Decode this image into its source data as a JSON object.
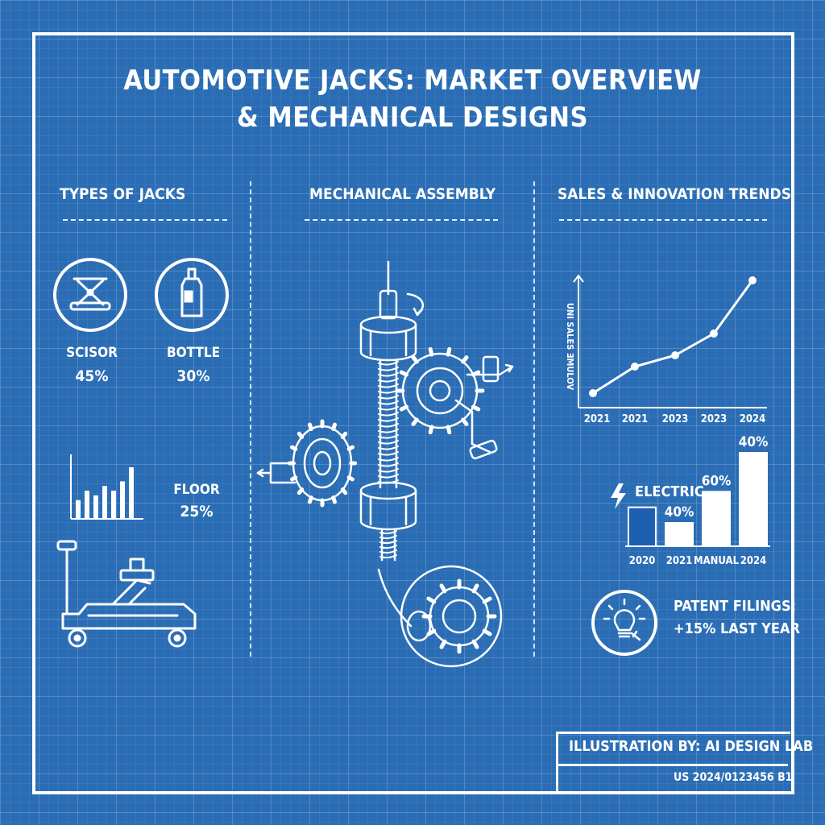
{
  "title": {
    "line1": "AUTOMOTIVE JACKS: MARKET OVERVIEW",
    "line2": "& MECHANICAL DESIGNS"
  },
  "sections": {
    "types": "TYPES OF JACKS",
    "assembly": "MECHANICAL ASSEMBLY",
    "trends": "SALES & INNOVATION TRENDS"
  },
  "jack_types": {
    "scissor": {
      "label": "SCISOR",
      "share": "45%",
      "icon": "scissor-jack-icon"
    },
    "bottle": {
      "label": "BOTTLE",
      "share": "30%",
      "icon": "bottle-jack-icon"
    },
    "floor": {
      "label": "FLOOR",
      "share": "25%",
      "icon": "floor-jack-icon"
    }
  },
  "colors": {
    "background": "#2a6db5",
    "line": "#ffffff",
    "accent_bar": "#1f5fb0"
  },
  "chart_data": [
    {
      "type": "bar",
      "title": "",
      "values": [
        2,
        3,
        2.5,
        3.5,
        3,
        4,
        5.5
      ],
      "xlabel": "",
      "ylabel": ""
    },
    {
      "type": "line",
      "title": "",
      "ylabel": "UNI SALES ƎMULOV",
      "categories": [
        "2021",
        "2021",
        "2023",
        "2023",
        "2024"
      ],
      "values": [
        10,
        43,
        57,
        84,
        150
      ],
      "ylim": [
        0,
        160
      ],
      "grid": false
    },
    {
      "type": "bar",
      "title": "",
      "categories": [
        "2020",
        "2021",
        "MANUAL",
        "2024"
      ],
      "values": [
        25,
        15,
        35,
        60
      ],
      "data_labels": [
        "",
        "40%",
        "60%",
        "40%"
      ],
      "legend": "ELECTRIC"
    }
  ],
  "patent": {
    "label": "PATENT FILINGS:",
    "value": "+15% LAST YEAR",
    "icon": "lightbulb-icon"
  },
  "credit": {
    "text": "ILLUSTRATION BY: AI DESIGN LAB",
    "patent_number": "US 2024/0123456 B1"
  }
}
